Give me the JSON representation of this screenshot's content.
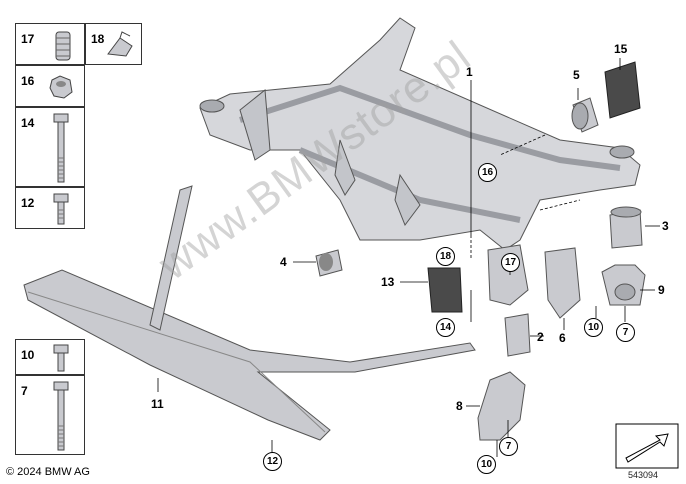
{
  "parts_grid": [
    {
      "number": "17",
      "icon": "bump-stop-icon"
    },
    {
      "number": "18",
      "icon": "clip-icon"
    },
    {
      "number": "16",
      "icon": "hex-nut-icon"
    },
    {
      "number": "14",
      "icon": "long-bolt-icon"
    },
    {
      "number": "12",
      "icon": "short-bolt-icon"
    }
  ],
  "parts_grid_lower": [
    {
      "number": "10",
      "icon": "bolt-icon"
    },
    {
      "number": "7",
      "icon": "long-bolt-icon"
    }
  ],
  "callouts": {
    "c1": "1",
    "c2": "2",
    "c3": "3",
    "c4": "4",
    "c5": "5",
    "c6": "6",
    "c8": "8",
    "c9": "9",
    "c11": "11",
    "c13": "13",
    "c15": "15"
  },
  "circled": {
    "a16": "16",
    "a18": "18",
    "a17": "17",
    "a14": "14",
    "a10a": "10",
    "a7a": "7",
    "a7b": "7",
    "a10b": "10",
    "a12": "12"
  },
  "copyright": "© 2024 BMW AG",
  "document_number": "543094",
  "watermark": "www.BMWstore.pl",
  "colors": {
    "part_fill": "#d6d7db",
    "part_shadow": "#a9abb0",
    "outline": "#3a3a3a"
  }
}
